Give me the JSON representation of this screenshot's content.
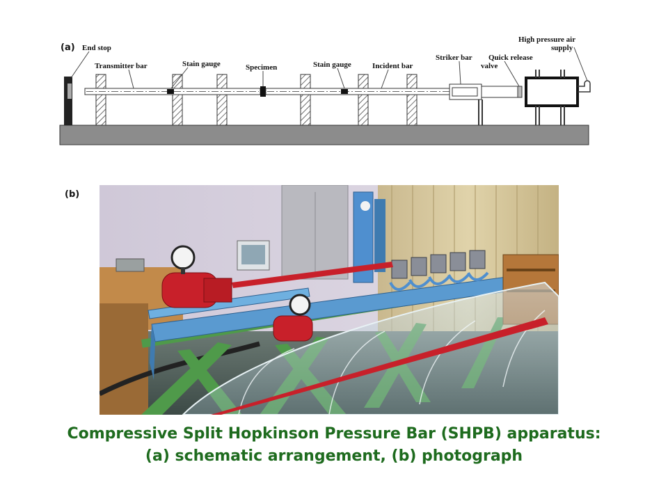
{
  "schematic": {
    "panel_tag": "(a)",
    "labels": {
      "end_stop": "End stop",
      "transmitter_bar": "Transmitter bar",
      "gauge_1": "Stain gauge",
      "specimen": "Specimen",
      "gauge_2": "Stain gauge",
      "incident_bar": "Incident bar",
      "striker_bar": "Striker bar",
      "quick_release_1": "Quick release",
      "quick_release_2": "valve",
      "air_supply_1": "High pressure air",
      "air_supply_2": "supply"
    }
  },
  "photo": {
    "panel_tag": "(b)"
  },
  "caption": {
    "line1": "Compressive Split Hopkinson Pressure Bar (SHPB) apparatus:",
    "line2": "(a) schematic arrangement, (b) photograph"
  },
  "colors": {
    "caption": "#1e6b1e",
    "frame_green": "#4f9a4a",
    "bar_red": "#c8202a",
    "bench_blue": "#5a9ad0"
  }
}
